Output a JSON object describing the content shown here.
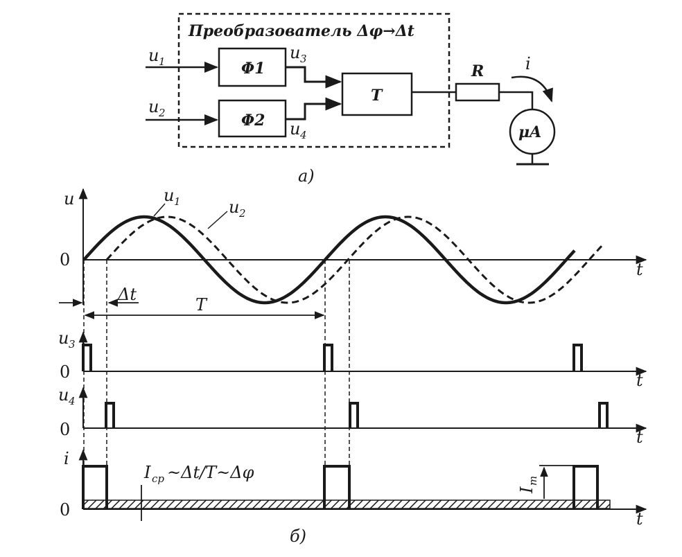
{
  "block_diagram": {
    "title": "Преобразователь Δφ→Δt",
    "blocks": {
      "phi1": "Φ1",
      "phi2": "Φ2",
      "trigger": "T",
      "meter": "μA"
    },
    "signals": {
      "u_main": "u",
      "in1_sub": "1",
      "in2_sub": "2",
      "out3_sub": "3",
      "out4_sub": "4",
      "resistor": "R",
      "current": "i"
    },
    "caption": "а)"
  },
  "timing_diagram": {
    "caption": "б)",
    "u_axis_label": "u",
    "time_label": "t",
    "zero_label": "0",
    "u1_label": "u",
    "u1_sub": "1",
    "u2_label": "u",
    "u2_sub": "2",
    "u3_label": "u",
    "u3_sub": "3",
    "u4_label": "u",
    "u4_sub": "4",
    "i_label": "i",
    "period_label": "T",
    "delta_t_label": "Δt",
    "avg_formula_I": "I",
    "avg_formula_sub": "ср",
    "avg_formula_rest": "~Δt/T~Δφ",
    "im_label": "I",
    "im_sub": "m"
  }
}
